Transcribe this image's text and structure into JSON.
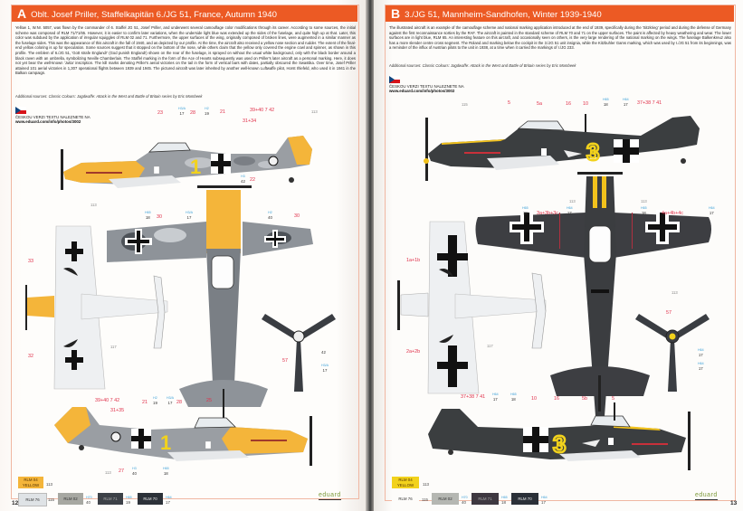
{
  "left_page": {
    "profile_letter": "A",
    "title": "Oblt. Josef Priller, Staffelkapitän 6./JG 51, France, Autumn 1940",
    "body": "Yellow 1, W.Nr. 5057, was flown by the commander of 6. Staffel JG 51, Josef Priller, and underwent several camouflage color modifications through its career. According to some sources, the initial scheme was composed of RLM 71/71/65. However, it is easier to confirm later variations, when the underside light blue was extended up the sides of the fuselage, and quite high up at that. Later, this color was subdued by the application of irregular squiggles of RLM 02 and 71. Furthermore, the upper surfaces of the wing, originally composed of broken lines, were augmented in a similar manner as the fuselage sides. This was the appearance of this aircraft in the fall of 1940, and as depicted by our profile. At the time, the aircraft also received a yellow nose section and rudder. The extent of the final-end yellow coloring is up for speculation. Some sources suggest that it stopped on the bottom of the nose, while others claim that the yellow only covered the engine cowl and spinner, as shown in this profile. The emblem of 6./JG 51, 'Gott strafe England!' (God punish England!) shown on the rear of the fuselage, is sprayed on without the usual white background, only with the black border around a black raven with an umbrella, symbolizing Neville Chamberlain. The Staffel marking in the form of the Ace of Hearts subsequently was used on Priller's later aircraft as a personal marking. Here, it does not yet bear the well-known 'Jutta' inscription. The kill marks denoting Priller's aerial victories on the tail in the form of vertical bars with dates, partially obscured the Swastika. Over time, Josef Priller attained 101 aerial victories in 1,307 operational flights between 1939 and 1945. The pictured aircraft was later inherited by another well-known Luftwaffe pilot, Horst Ihlefeld, who used it in 1941 in the Balkan campaign.",
    "additional_sources_label": "Additional sources:",
    "additional_sources": "Classic Colours: Jagdwaffe: Attack in the West and Battle of Britain series by Eric Mombeek",
    "czech_text": "ČESKOU VERZI TEXTU NALEZNETE NA",
    "czech_url": "www.eduard.com/info/photos/3002",
    "callouts_top_profile": {
      "left": [
        {
          "code": "",
          "num": "23"
        },
        {
          "code": "H3/A",
          "num": "17"
        },
        {
          "code": "",
          "num": "28"
        },
        {
          "code": "H2",
          "num": "19"
        },
        {
          "code": "",
          "num": "21"
        }
      ],
      "right_a": "39+40 7 42",
      "right_b": "31+34",
      "tail": "113",
      "under": [
        {
          "code": "H3",
          "num": "42"
        },
        {
          "code": "",
          "num": "22"
        }
      ]
    },
    "callouts_plan": {
      "c1": {
        "code": "H65",
        "num": "18"
      },
      "c2": "30",
      "c3": {
        "code": "H3/A",
        "num": "17"
      },
      "c4": {
        "code": "H2",
        "num": "40"
      },
      "c5": "30",
      "nose": "113",
      "w1": "33",
      "w2": "32",
      "mid": "117",
      "prop": "57",
      "prop_c1": {
        "code": "",
        "num": "42"
      },
      "prop_c2": {
        "code": "H3/A",
        "num": "17"
      }
    },
    "callouts_bottom_profile": {
      "a": "39+40 7 42",
      "b": "31+35",
      "c": [
        {
          "code": "",
          "num": "21"
        },
        {
          "code": "H2",
          "num": "19"
        },
        {
          "code": "H3/A",
          "num": "17"
        },
        {
          "code": "",
          "num": "28"
        }
      ],
      "d": "25",
      "under": [
        {
          "code": "",
          "num": "113"
        },
        {
          "code": "",
          "num": "27"
        },
        {
          "code": "H3",
          "num": "40"
        },
        {
          "code": "H65",
          "num": "18"
        }
      ]
    },
    "swatches": [
      {
        "name": "RLM 04\nYELLOW",
        "num": "113",
        "code": "",
        "color": "#f4b53a",
        "text_color": "#553300"
      },
      {
        "name": "RLM 76",
        "num": "115",
        "code": "H67",
        "color": "#dfe3e6",
        "text_color": "#333"
      },
      {
        "name": "RLM 02",
        "num": "40",
        "code": "H70",
        "color": "#a7a8a2",
        "text_color": "#333"
      },
      {
        "name": "RLM 71",
        "num": "19",
        "code": "H65",
        "color": "#3d4147",
        "text_color": "#ccc"
      },
      {
        "name": "RLM 70",
        "num": "17",
        "code": "H64",
        "color": "#2c3138",
        "text_color": "#eee"
      }
    ],
    "page_number": "12",
    "brand": "eduard"
  },
  "right_page": {
    "profile_letter": "B",
    "title": "3./JG 51, Mannheim-Sandhofen, Winter 1939-1940",
    "body": "The illustrated aircraft is an example of the camouflage scheme and national marking application introduced at the end of 1939, specifically during the 'Sitzkrieg' period and during the defense of Germany against the first reconnaissance sorties by the RAF. The aircraft is painted in the standard scheme of RLM 70 and 71 on the upper surfaces. The paint is affected by heavy weathering and wear. The lower surfaces are in light blue, RLM 65. An interesting feature on this aircraft, and occasionally seen on others, is the very large rendering of the national marking on the wings. The fuselage Balkenkreuz also has a more slender centre cross segment. The Roland and marking below the cockpit is the 3./JG 51 unit insignia, while the Kitzbuhler Gams marking, which was used by I./JG 51 from its beginnings, was a reminder of the influx of Austrian pilots to the unit in 1938, at a time when it carried the markings of I./JG 233.",
    "additional_sources_label": "Additional sources:",
    "additional_sources": "Classic Colours: Jagdwaffe: Attack in the West and Battle of Britain series by Eric Mombeek",
    "czech_text": "ČESKOU VERZI TEXTU NALEZNETE NA",
    "czech_url": "www.eduard.com/info/photos/3002",
    "callouts_top_profile": {
      "a": "115",
      "b": "5",
      "c": "5a",
      "d": "16",
      "e": "10",
      "f": {
        "code": "H65",
        "num": "18"
      },
      "g": {
        "code": "H64",
        "num": "17"
      },
      "h": "37+38 7 41"
    },
    "callouts_plan": {
      "p1": {
        "code": "H65",
        "num": "18"
      },
      "p2": "3a+3b+3c",
      "p3": {
        "code": "H64",
        "num": "17"
      },
      "p4": {
        "code": "H65",
        "num": "18"
      },
      "p5": "4a+4b+4c",
      "p6": {
        "code": "H64",
        "num": "17"
      },
      "nose1": "113",
      "nose2": "113",
      "w1": "1a+1b",
      "w2": "2a+2b",
      "mid": "117",
      "c113": "113",
      "prop": "57",
      "prop_c1": {
        "code": "H64",
        "num": "17"
      },
      "prop_c2": {
        "code": "H64",
        "num": "17"
      }
    },
    "callouts_bottom_profile": {
      "a": "37+38 7 41",
      "b": {
        "code": "H64",
        "num": "17"
      },
      "c": {
        "code": "H65",
        "num": "18"
      },
      "d": "10",
      "e": "16",
      "f": "5b",
      "g": "5"
    },
    "swatches": [
      {
        "name": "RLM 04\nYELLOW",
        "num": "113",
        "code": "",
        "color": "#f2d21c",
        "text_color": "#553300"
      },
      {
        "name": "RLM 76",
        "num": "115",
        "code": "",
        "color": "#fdfcfa",
        "text_color": "#333"
      },
      {
        "name": "RLM 02",
        "num": "40",
        "code": "H70",
        "color": "#b5b7b2",
        "text_color": "#333"
      },
      {
        "name": "RLM 71",
        "num": "18",
        "code": "H65",
        "color": "#3e3840",
        "text_color": "#ccc"
      },
      {
        "name": "RLM 70",
        "num": "17",
        "code": "H64",
        "color": "#2b3038",
        "text_color": "#eee"
      }
    ],
    "page_number": "13",
    "brand": "eduard"
  },
  "colors": {
    "header_orange": "#ec5a24",
    "callout_red": "#e0304a",
    "callout_cyan": "#3aa0d8",
    "yellow_nose": "#f4b53a",
    "camo_gray": "#8c9196",
    "dark_green": "#3a3d42",
    "marking_yellow": "#f2d21c"
  }
}
